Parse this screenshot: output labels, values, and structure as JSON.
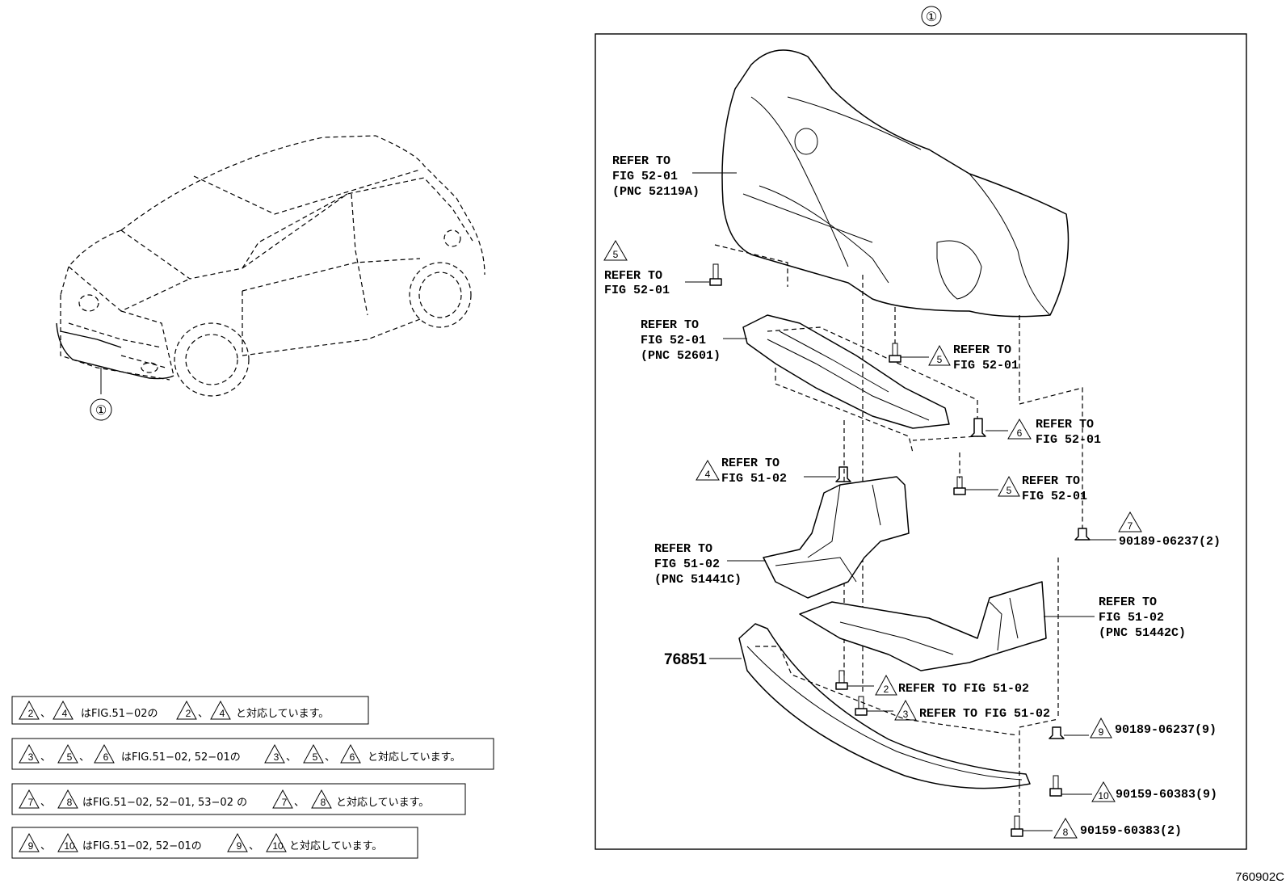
{
  "callout_main": "①",
  "callout_car": "①",
  "drawing_number": "760902C",
  "refs": {
    "bumper_cover": [
      "REFER TO",
      "FIG 52-01",
      "(PNC 52119A)"
    ],
    "bolt_left": [
      "REFER TO",
      "FIG 52-01"
    ],
    "absorber": [
      "REFER TO",
      "FIG 52-01",
      "(PNC 52601)"
    ],
    "bolt_center": [
      "REFER TO",
      "FIG 52-01"
    ],
    "clip_right": [
      "REFER TO",
      "FIG 52-01"
    ],
    "bolt_right": [
      "REFER TO",
      "FIG 52-01"
    ],
    "clip_left": [
      "REFER TO",
      "FIG 51-02"
    ],
    "cover_left": [
      "REFER TO",
      "FIG 51-02",
      "(PNC 51441C)"
    ],
    "cover_right": [
      "REFER TO",
      "FIG 51-02",
      "(PNC 51442C)"
    ],
    "screw_2": "REFER TO FIG 51-02",
    "screw_3": "REFER TO FIG 51-02"
  },
  "triangles": {
    "t5a": "5",
    "t5b": "5",
    "t6": "6",
    "t4": "4",
    "t5c": "5",
    "t7": "7",
    "t2": "2",
    "t3": "3",
    "t9": "9",
    "t10": "10",
    "t8": "8"
  },
  "part_numbers": {
    "spoiler": "76851",
    "clip_7": "90189-06237(2)",
    "clip_9": "90189-06237(9)",
    "screw_10": "90159-60383(9)",
    "screw_8": "90159-60383(2)"
  },
  "legend": [
    {
      "tris": [
        "2",
        "4"
      ],
      "text_mid": "はFIG.51−02の",
      "tris2": [
        "2",
        "4"
      ],
      "text_end": "と対応しています。"
    },
    {
      "tris": [
        "3",
        "5",
        "6"
      ],
      "text_mid": "はFIG.51−02, 52−01の",
      "tris2": [
        "3",
        "5",
        "6"
      ],
      "text_end": "と対応しています。"
    },
    {
      "tris": [
        "7",
        "8"
      ],
      "text_mid": "はFIG.51−02, 52−01, 53−02 の",
      "tris2": [
        "7",
        "8"
      ],
      "text_end": "と対応しています。"
    },
    {
      "tris": [
        "9",
        "10"
      ],
      "text_mid": "はFIG.51−02, 52−01の",
      "tris2": [
        "9",
        "10"
      ],
      "text_end": "と対応しています。"
    }
  ]
}
